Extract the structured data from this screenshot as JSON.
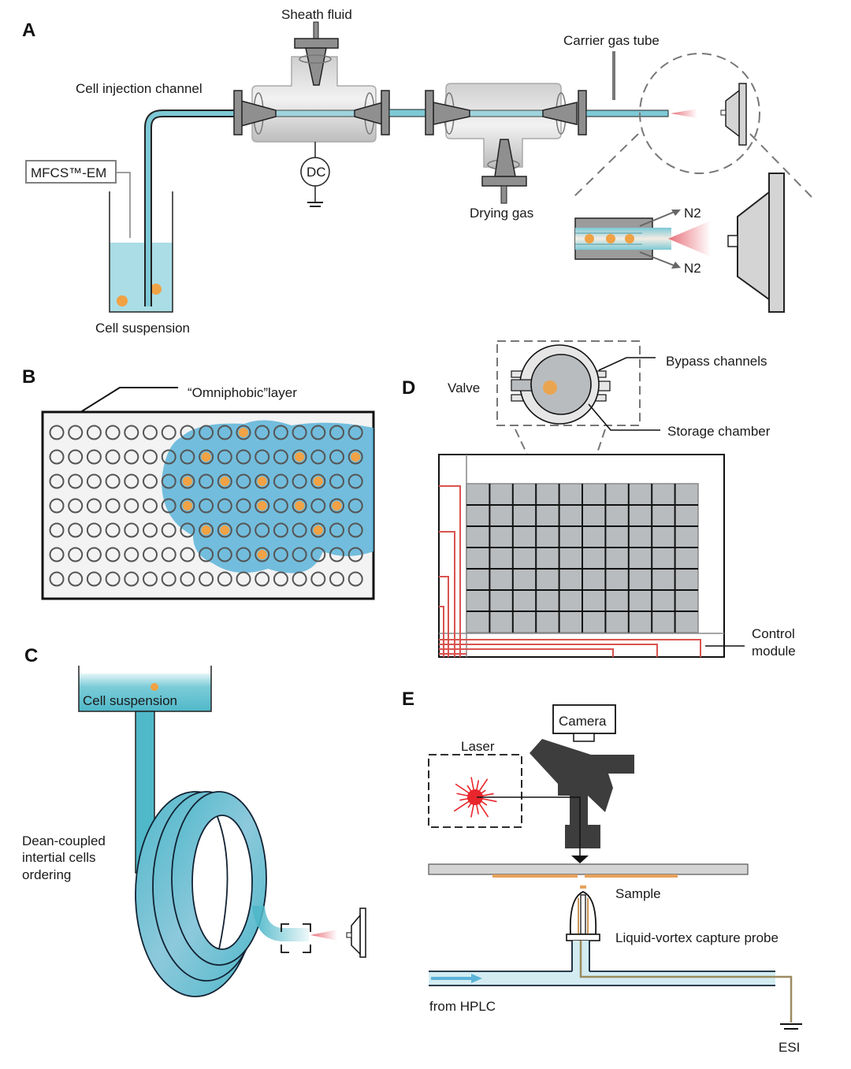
{
  "figure": {
    "panels": {
      "A": {
        "letter": "A",
        "labels": {
          "sheath_fluid": "Sheath fluid",
          "cell_injection_channel": "Cell injection channel",
          "carrier_gas_tube": "Carrier gas tube",
          "mfcs": "MFCS™-EM",
          "dc": "DC",
          "drying_gas": "Drying gas",
          "cell_suspension": "Cell suspension",
          "n2_top": "N2",
          "n2_bottom": "N2"
        },
        "beaker_cell_count": 2,
        "zoom_tube_cell_count": 3
      },
      "B": {
        "letter": "B",
        "labels": {
          "omniphobic_layer": "“Omniphobic”layer"
        },
        "plate": {
          "rows": 7,
          "cols": 17,
          "cell_wells": [
            [
              0,
              10
            ],
            [
              1,
              8
            ],
            [
              1,
              13
            ],
            [
              1,
              16
            ],
            [
              2,
              7
            ],
            [
              2,
              9
            ],
            [
              2,
              11
            ],
            [
              2,
              14
            ],
            [
              3,
              7
            ],
            [
              3,
              11
            ],
            [
              3,
              13
            ],
            [
              3,
              15
            ],
            [
              4,
              8
            ],
            [
              4,
              9
            ],
            [
              4,
              14
            ],
            [
              5,
              11
            ]
          ]
        }
      },
      "C": {
        "letter": "C",
        "labels": {
          "cell_suspension": "Cell suspension",
          "ordering_line1": "Dean-coupled",
          "ordering_line2": "intertial cells",
          "ordering_line3": "ordering"
        },
        "coil_turns": 3
      },
      "D": {
        "letter": "D",
        "labels": {
          "valve": "Valve",
          "bypass_channels": "Bypass channels",
          "storage_chamber": "Storage chamber",
          "control_line1": "Control",
          "control_line2": "module"
        },
        "chamber_grid": {
          "rows": 7,
          "cols": 10
        },
        "control_lines": 4
      },
      "E": {
        "letter": "E",
        "labels": {
          "camera": "Camera",
          "laser": "Laser",
          "sample": "Sample",
          "probe": "Liquid-vortex capture probe",
          "from_hplc": "from HPLC",
          "esi": "ESI"
        }
      }
    },
    "colors": {
      "fluid": "#8fcfdb",
      "fluid_dark": "#4fb8c9",
      "cell": "#f0a245",
      "droplet": "#5bb3d8",
      "spray": "#e8707a",
      "laser": "#e8262c",
      "control_line": "#d9534f",
      "metal": "#9a9a9a",
      "chamber": "#b9bcbe",
      "dark_optics": "#3d3d3d"
    }
  }
}
